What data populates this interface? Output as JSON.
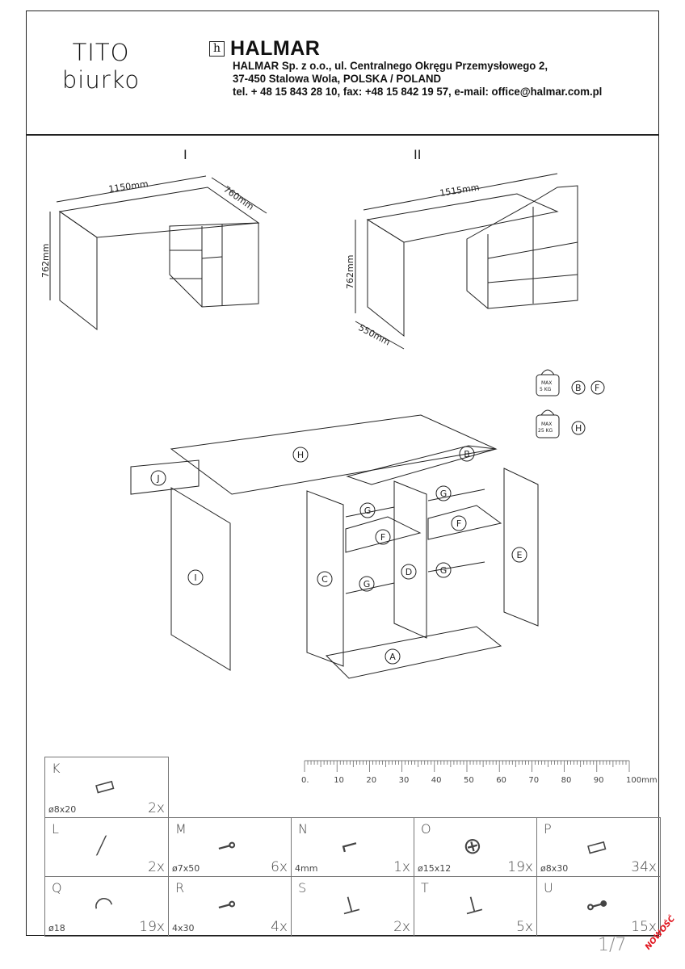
{
  "header": {
    "product_name": "TITO",
    "product_type": "biurko",
    "logo_letter": "h",
    "brand": "HALMAR",
    "address_lines": [
      "HALMAR Sp. z o.o., ul. Centralnego Okręgu Przemysłowego 2,",
      "37-450 Stalowa Wola, POLSKA  / POLAND",
      "tel. + 48 15 843 28 10, fax: +48 15 842 19 57, e-mail: office@halmar.com.pl"
    ]
  },
  "variants": {
    "one": {
      "label": "I",
      "width": "1150mm",
      "depth": "760mm",
      "height": "762mm"
    },
    "two": {
      "label": "II",
      "width": "1515mm",
      "height": "762mm",
      "depth": "550mm"
    }
  },
  "load_limits": [
    {
      "max": "MAX",
      "weight": "5 KG",
      "parts": [
        "B",
        "F"
      ]
    },
    {
      "max": "MAX",
      "weight": "25 KG",
      "parts": [
        "H"
      ]
    }
  ],
  "parts": {
    "H": "H",
    "B": "B",
    "J": "J",
    "I": "I",
    "C": "C",
    "G": "G",
    "F": "F",
    "D": "D",
    "E": "E",
    "A": "A"
  },
  "ruler": {
    "labels": [
      "0.",
      "10",
      "20",
      "30",
      "40",
      "50",
      "60",
      "70",
      "80",
      "90",
      "100mm"
    ]
  },
  "hardware": [
    {
      "letter": "K",
      "size": "ø8x20",
      "qty": "2x",
      "icon": "dowel-icon"
    },
    {
      "letter": "L",
      "size": "",
      "qty": "2x",
      "icon": "pin-icon"
    },
    {
      "letter": "M",
      "size": "ø7x50",
      "qty": "6x",
      "icon": "confirmat-screw-icon"
    },
    {
      "letter": "N",
      "size": "4mm",
      "qty": "1x",
      "icon": "hex-key-icon"
    },
    {
      "letter": "O",
      "size": "ø15x12",
      "qty": "19x",
      "icon": "cam-lock-icon"
    },
    {
      "letter": "P",
      "size": "ø8x30",
      "qty": "34x",
      "icon": "dowel-icon"
    },
    {
      "letter": "Q",
      "size": "ø18",
      "qty": "19x",
      "icon": "cap-icon"
    },
    {
      "letter": "R",
      "size": "4x30",
      "qty": "4x",
      "icon": "screw-icon"
    },
    {
      "letter": "S",
      "size": "",
      "qty": "2x",
      "icon": "glide-nail-icon"
    },
    {
      "letter": "T",
      "size": "",
      "qty": "5x",
      "icon": "glide-icon"
    },
    {
      "letter": "U",
      "size": "",
      "qty": "15x",
      "icon": "cam-bolt-icon"
    }
  ],
  "footer": {
    "page": "1/7",
    "badge": "NOWOŚĆ"
  }
}
